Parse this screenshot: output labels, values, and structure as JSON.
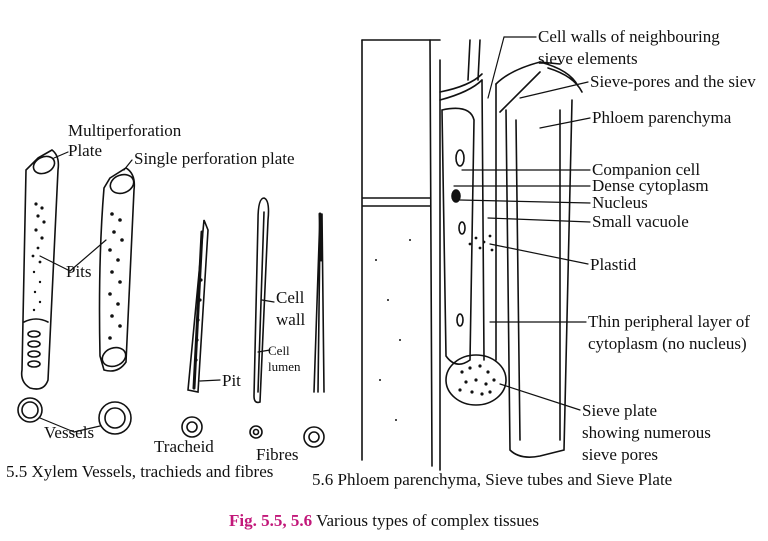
{
  "labels": {
    "multiperforation": "Multiperforation",
    "plate": "Plate",
    "single_perforation": "Single perforation plate",
    "pits": "Pits",
    "vessels": "Vessels",
    "tracheid": "Tracheid",
    "pit": "Pit",
    "cell_wall_1": "Cell",
    "cell_wall_2": "wall",
    "cell_lumen_1": "Cell",
    "cell_lumen_2": "lumen",
    "fibres": "Fibres",
    "cell_walls_neigh_1": "Cell walls of neighbouring",
    "cell_walls_neigh_2": "sieve elements",
    "sieve_pores": "Sieve-pores and the siev",
    "phloem_parenchyma": "Phloem parenchyma",
    "companion_cell": "Companion cell",
    "dense_cytoplasm": "Dense cytoplasm",
    "nucleus": "Nucleus",
    "small_vacuole": "Small vacuole",
    "plastid": "Plastid",
    "thin_layer_1": "Thin peripheral layer of",
    "thin_layer_2": "cytoplasm (no nucleus)",
    "sieve_plate_1": "Sieve plate",
    "sieve_plate_2": "showing numerous",
    "sieve_plate_3": "sieve pores"
  },
  "captions": {
    "xylem": "5.5 Xylem Vessels, trachieds  and fibres",
    "phloem": "5.6 Phloem parenchyma, Sieve tubes and Sieve Plate",
    "figure_number": "Fig. 5.5, 5.6",
    "figure_title": "Various types of complex tissues"
  },
  "colors": {
    "ink": "#111111",
    "figure_number": "#c2187a"
  }
}
